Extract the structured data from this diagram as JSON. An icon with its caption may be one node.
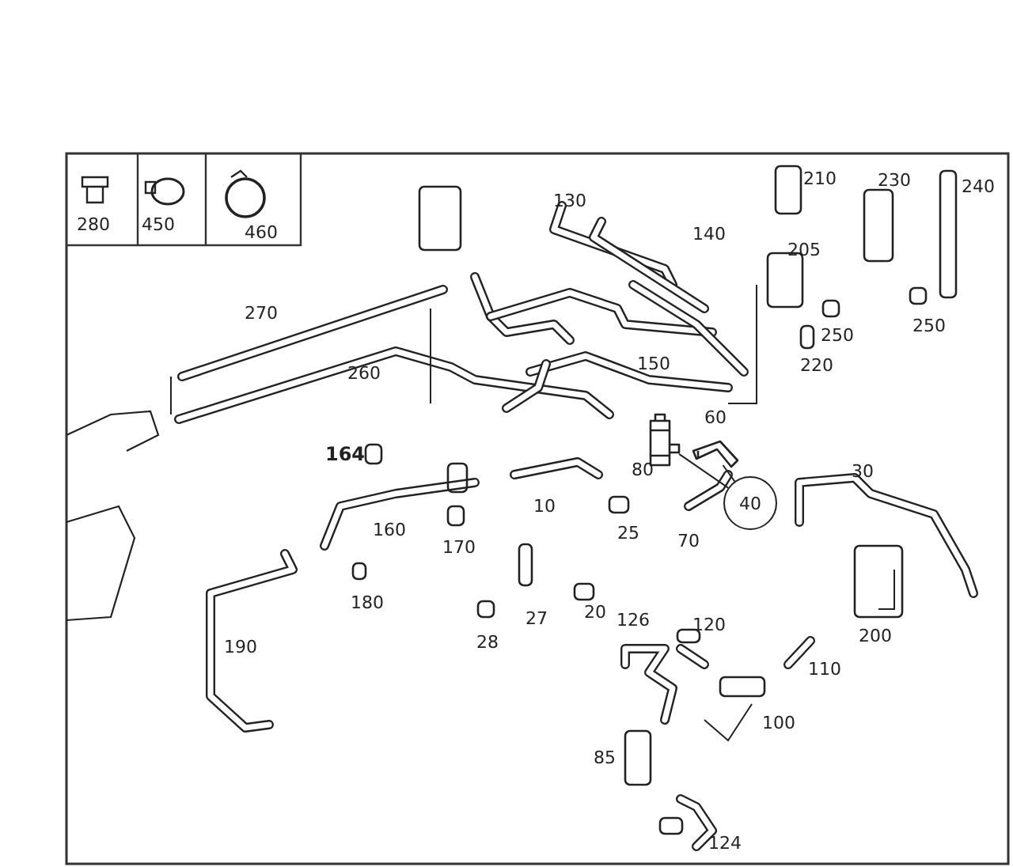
{
  "diagram": {
    "nodes": [
      {
        "text": [
          "40"
        ]
      },
      {
        "text": [],
        "shape": "picture"
      },
      {
        "text": [],
        "shape": "picture"
      }
    ],
    "edges": [
      {
        "from": 0,
        "to": 1,
        "arrow": "none"
      },
      {
        "from": 0,
        "to": 2,
        "arrow": "none"
      }
    ],
    "labels": [
      "280",
      "450",
      "460",
      "210",
      "230",
      "240",
      "130",
      "140",
      "205",
      "250",
      "250",
      "270",
      "220",
      "150",
      "260",
      "60",
      "164",
      "80",
      "30",
      "10",
      "25",
      "70",
      "160",
      "170",
      "180",
      "27",
      "20",
      "28",
      "190",
      "126",
      "120",
      "200",
      "110",
      "100",
      "85",
      "124"
    ]
  }
}
